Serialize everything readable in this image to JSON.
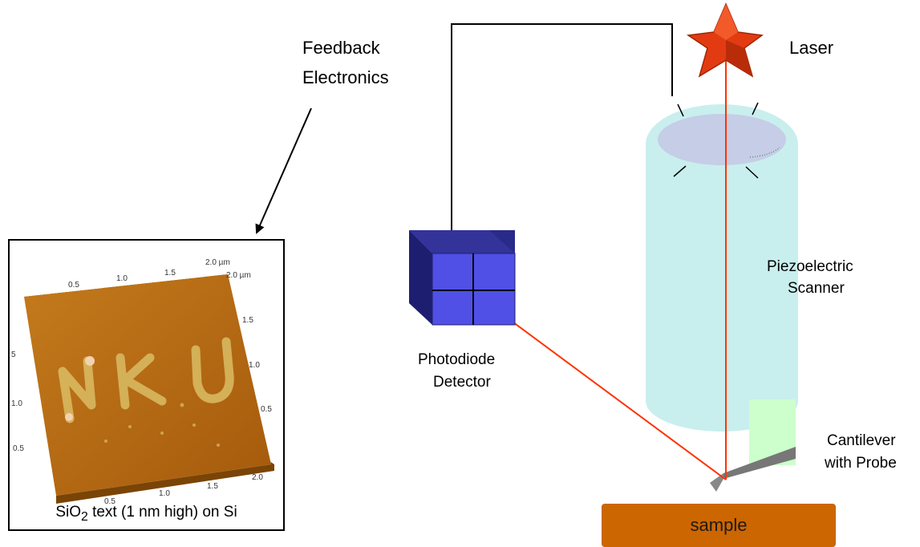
{
  "labels": {
    "feedback_line1": "Feedback",
    "feedback_line2": "Electronics",
    "laser": "Laser",
    "photodiode_line1": "Photodiode",
    "photodiode_line2": "Detector",
    "piezo_line1": "Piezoelectric",
    "piezo_line2": "Scanner",
    "cantilever_line1": "Cantilever",
    "cantilever_line2": "with Probe",
    "sample": "sample"
  },
  "afm_image": {
    "caption_prefix": "SiO",
    "caption_sub": "2",
    "caption_suffix": " text  (1 nm high) on Si",
    "engraved_text": "NKU",
    "axis_top": [
      "0.5",
      "1.0",
      "1.5",
      "2.0 µm"
    ],
    "axis_top_extra": "2.0 µm",
    "axis_right": [
      "1.5",
      "1.0",
      "0.5"
    ],
    "axis_left": [
      "5",
      "1.0",
      "0.5"
    ],
    "axis_bottom": [
      "0.5",
      "1.0",
      "1.5",
      "2.0"
    ]
  },
  "colors": {
    "laser_beam": "#ff3300",
    "scanner_tube": "#c9eeee",
    "scanner_top_disk": "#c6cde6",
    "detector": "#4a4adf",
    "cantilever_block": "#ccffcc",
    "sample": "#cc6600",
    "afm_surface": "#b86a10"
  }
}
